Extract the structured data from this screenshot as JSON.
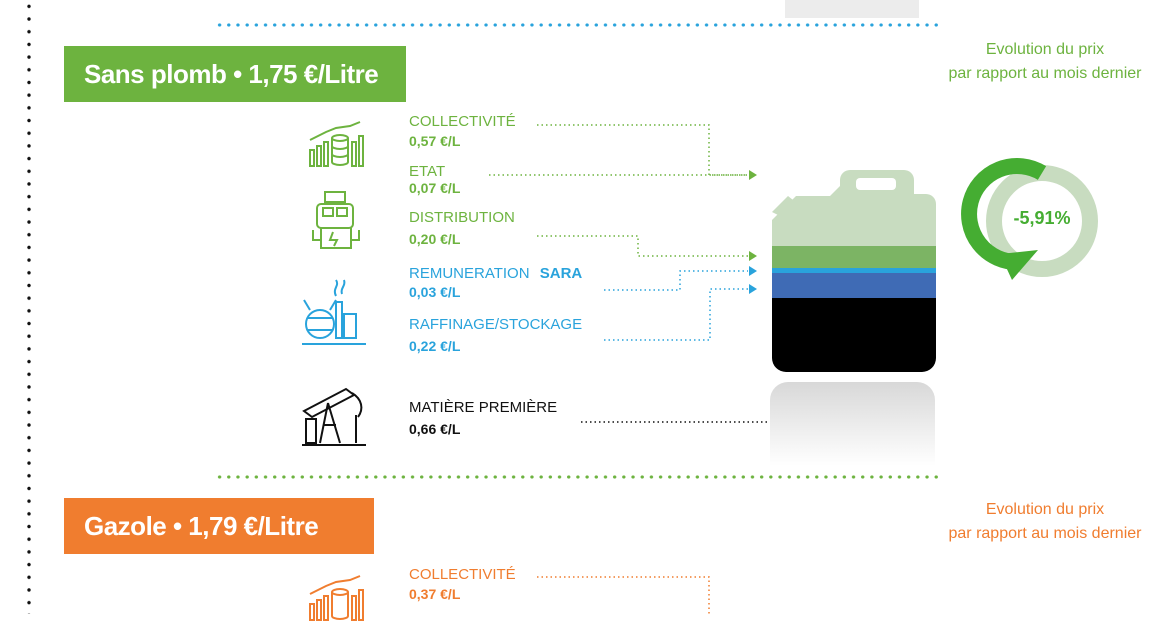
{
  "section1": {
    "title": "Sans plomb • 1,75 €/Litre",
    "evolution_line1": "Evolution du prix",
    "evolution_line2": "par rapport au mois dernier",
    "evolution_value": "-5,91%",
    "items": [
      {
        "label": "COLLECTIVITÉ",
        "value": "0,57 €/L",
        "icon": "collectivite-icon"
      },
      {
        "label": "ETAT",
        "value": "0,07 €/L"
      },
      {
        "label": "DISTRIBUTION",
        "value": "0,20 €/L",
        "icon": "fuel-pump-icon"
      },
      {
        "label": "REMUNERATION",
        "label_suffix": "SARA",
        "value": "0,03 €/L",
        "icon": "refinery-icon"
      },
      {
        "label": "RAFFINAGE/STOCKAGE",
        "value": "0,22 €/L"
      },
      {
        "label": "MATIÈRE PREMIÈRE",
        "value": "0,66 €/L",
        "icon": "oil-pump-icon"
      }
    ]
  },
  "section2": {
    "title": "Gazole • 1,79 €/Litre",
    "evolution_line1": "Evolution du prix",
    "evolution_line2": "par rapport au mois dernier",
    "items": [
      {
        "label": "COLLECTIVITÉ",
        "value": "0,37 €/L",
        "icon": "collectivite-icon"
      }
    ]
  },
  "colors": {
    "green": "#6db33f",
    "orange": "#f07d2f",
    "blue": "#29a3dc",
    "dark_blue": "#3f6bb5",
    "light_green": "#c8dcc0",
    "black": "#000000"
  }
}
